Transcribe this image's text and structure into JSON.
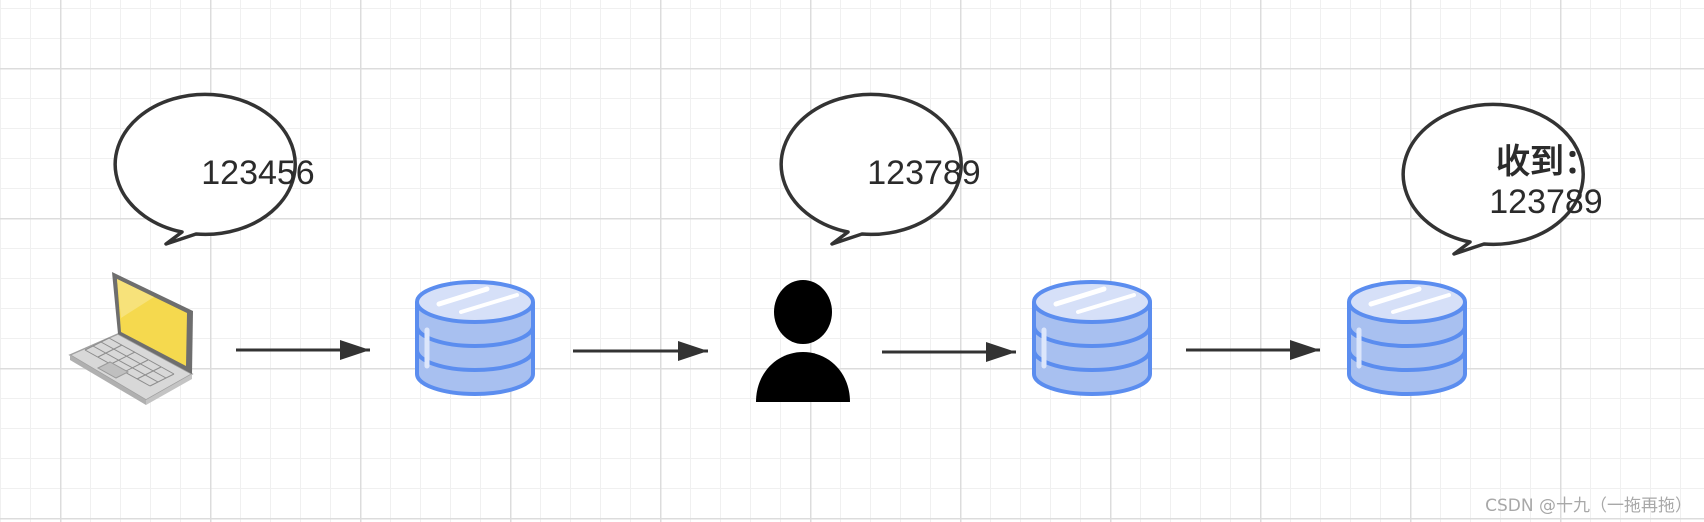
{
  "diagram": {
    "bubbles": [
      {
        "lines": [
          "123456"
        ]
      },
      {
        "lines": [
          "123789"
        ]
      },
      {
        "lines": [
          "收到：",
          "123789"
        ]
      }
    ],
    "nodes": [
      {
        "icon": "laptop-icon"
      },
      {
        "icon": "database-icon"
      },
      {
        "icon": "person-icon"
      },
      {
        "icon": "database-icon"
      },
      {
        "icon": "database-icon"
      }
    ],
    "colors": {
      "database_fill": "#a8c0f0",
      "database_stroke": "#5b8def",
      "arrow": "#333333",
      "bubble_stroke": "#333333",
      "laptop_screen": "#f5d94e"
    }
  },
  "watermark": "CSDN @十九（一拖再拖）"
}
